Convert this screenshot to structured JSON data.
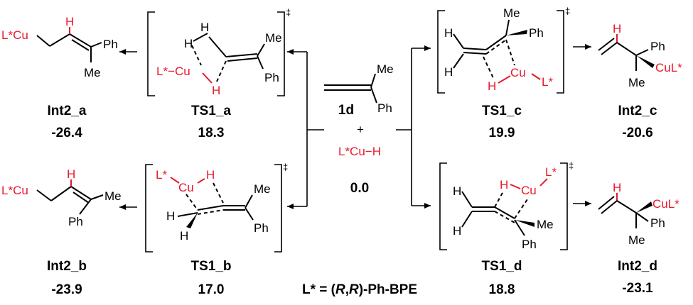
{
  "reactant": {
    "name": "1d",
    "substituent_me": "Me",
    "substituent_ph": "Ph",
    "plus": "+",
    "hydride": "L*Cu−H",
    "energy": "0.0"
  },
  "ts1_a": {
    "name": "TS1_a",
    "energy": "18.3",
    "cu": "L*−Cu",
    "h1": "H",
    "h2": "H",
    "me": "Me",
    "ph": "Ph",
    "dagger": "‡"
  },
  "int2_a": {
    "name": "Int2_a",
    "energy": "-26.4",
    "cu": "L*Cu",
    "h": "H",
    "ph": "Ph",
    "me": "Me"
  },
  "ts1_b": {
    "name": "TS1_b",
    "energy": "17.0",
    "l": "L*",
    "cu": "Cu",
    "h1": "H",
    "h2": "H",
    "h3": "H",
    "me": "Me",
    "ph": "Ph",
    "dagger": "‡"
  },
  "int2_b": {
    "name": "Int2_b",
    "energy": "-23.9",
    "cu": "L*Cu",
    "h": "H",
    "me": "Me",
    "ph": "Ph"
  },
  "ts1_c": {
    "name": "TS1_c",
    "energy": "19.9",
    "h1": "H",
    "h2": "H",
    "h3": "H",
    "cu": "Cu",
    "l": "L*",
    "me": "Me",
    "ph": "Ph",
    "dagger": "‡"
  },
  "int2_c": {
    "name": "Int2_c",
    "energy": "-20.6",
    "h": "H",
    "ph": "Ph",
    "cu": "CuL*",
    "me": "Me"
  },
  "ts1_d": {
    "name": "TS1_d",
    "energy": "18.8",
    "h1": "H",
    "h2": "H",
    "h3": "H",
    "cu": "Cu",
    "l": "L*",
    "me": "Me",
    "ph": "Ph",
    "dagger": "‡"
  },
  "int2_d": {
    "name": "Int2_d",
    "energy": "-23.1",
    "h": "H",
    "cu": "CuL*",
    "ph": "Ph",
    "me": "Me"
  },
  "ligand_note": {
    "prefix": "L* = (",
    "r1": "R",
    "comma": ",",
    "r2": "R",
    "suffix": ")-Ph-BPE"
  }
}
